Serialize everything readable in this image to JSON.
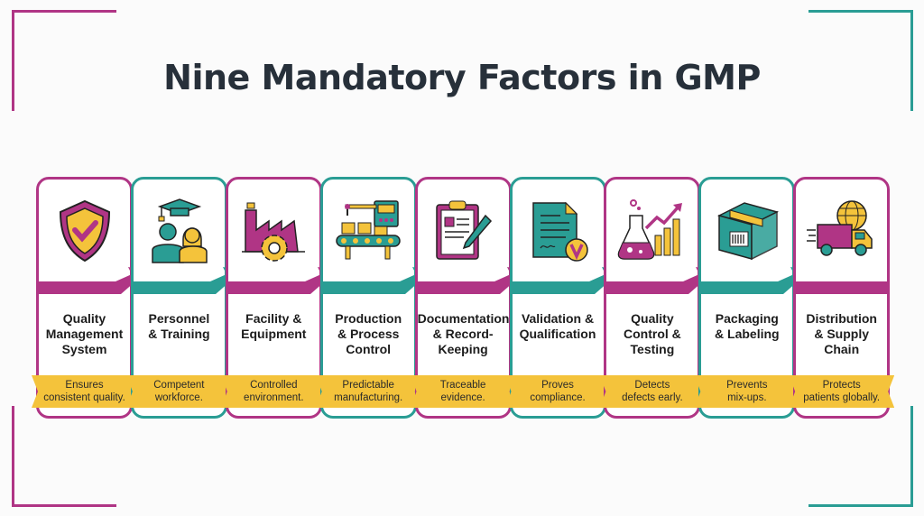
{
  "title": "Nine Mandatory Factors in GMP",
  "colors": {
    "magenta": "#b03585",
    "teal": "#2a9d94",
    "yellow": "#f4c33b",
    "title": "#27303a"
  },
  "factors": [
    {
      "name": "Quality Management System",
      "lines": [
        "Quality",
        "Management",
        "System"
      ],
      "desc": [
        "Ensures",
        "consistent quality."
      ],
      "icon": "shield-check-icon",
      "color": "magenta"
    },
    {
      "name": "Personnel & Training",
      "lines": [
        "Personnel",
        "& Training"
      ],
      "desc": [
        "Competent",
        "workforce."
      ],
      "icon": "graduates-icon",
      "color": "teal"
    },
    {
      "name": "Facility & Equipment",
      "lines": [
        "Facility &",
        "Equipment"
      ],
      "desc": [
        "Controlled",
        "environment."
      ],
      "icon": "factory-gear-icon",
      "color": "magenta"
    },
    {
      "name": "Production & Process Control",
      "lines": [
        "Production",
        "& Process",
        "Control"
      ],
      "desc": [
        "Predictable",
        "manufacturing."
      ],
      "icon": "conveyor-icon",
      "color": "teal"
    },
    {
      "name": "Documentation & Record-Keeping",
      "lines": [
        "Documentation",
        "& Record-",
        "Keeping"
      ],
      "desc": [
        "Traceable",
        "evidence."
      ],
      "icon": "clipboard-pen-icon",
      "color": "magenta"
    },
    {
      "name": "Validation & Qualification",
      "lines": [
        "Validation &",
        "Qualification"
      ],
      "desc": [
        "Proves",
        "compliance."
      ],
      "icon": "validated-document-icon",
      "color": "teal"
    },
    {
      "name": "Quality Control & Testing",
      "lines": [
        "Quality",
        "Control &",
        "Testing"
      ],
      "desc": [
        "Detects",
        "defects early."
      ],
      "icon": "flask-chart-icon",
      "color": "magenta"
    },
    {
      "name": "Packaging & Labeling",
      "lines": [
        "Packaging",
        "& Labeling"
      ],
      "desc": [
        "Prevents",
        "mix-ups."
      ],
      "icon": "barcode-box-icon",
      "color": "teal"
    },
    {
      "name": "Distribution & Supply Chain",
      "lines": [
        "Distribution",
        "& Supply",
        "Chain"
      ],
      "desc": [
        "Protects",
        "patients globally."
      ],
      "icon": "globe-truck-icon",
      "color": "magenta"
    }
  ]
}
